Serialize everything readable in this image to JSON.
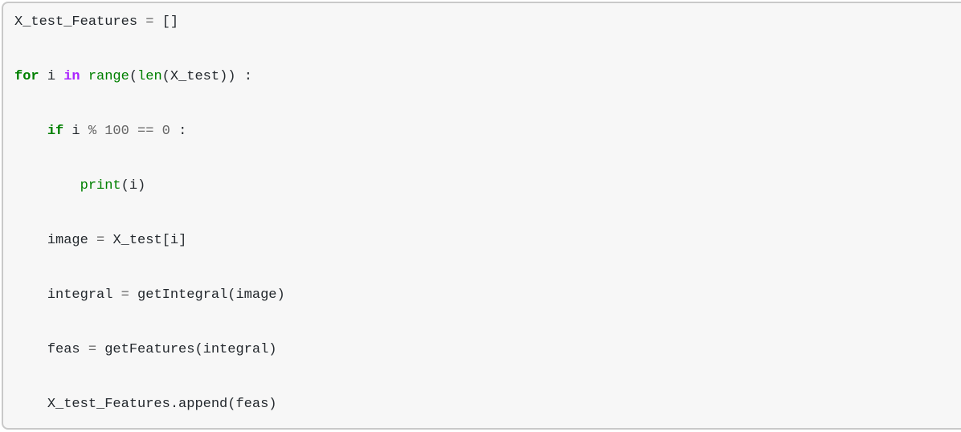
{
  "cell": {
    "type": "jupyter-notebook-code-cell",
    "language": "python",
    "colors": {
      "background": "#f7f7f7",
      "border": "#c9c9c9",
      "keyword": "#008000",
      "operator_word": "#AA22FF",
      "builtin": "#008000",
      "operator": "#666666",
      "number": "#666666",
      "plain_text": "#24292e"
    },
    "source_text": "X_test_Features = []\n\nfor i in range(len(X_test)) :\n\n    if i % 100 == 0 :\n\n        print(i)\n\n    image = X_test[i]\n\n    integral = getIntegral(image)\n\n    feas = getFeatures(integral)\n\n    X_test_Features.append(feas)",
    "code_lines": [
      [
        [
          "n",
          "X_test_Features"
        ],
        [
          "w",
          " "
        ],
        [
          "o",
          "="
        ],
        [
          "w",
          " "
        ],
        [
          "p",
          "[]"
        ]
      ],
      [],
      [
        [
          "k",
          "for"
        ],
        [
          "w",
          " "
        ],
        [
          "n",
          "i"
        ],
        [
          "w",
          " "
        ],
        [
          "ow",
          "in"
        ],
        [
          "w",
          " "
        ],
        [
          "nb",
          "range"
        ],
        [
          "p",
          "("
        ],
        [
          "nb",
          "len"
        ],
        [
          "p",
          "("
        ],
        [
          "n",
          "X_test"
        ],
        [
          "p",
          "))"
        ],
        [
          "w",
          " "
        ],
        [
          "p",
          ":"
        ]
      ],
      [],
      [
        [
          "w",
          "    "
        ],
        [
          "k",
          "if"
        ],
        [
          "w",
          " "
        ],
        [
          "n",
          "i"
        ],
        [
          "w",
          " "
        ],
        [
          "o",
          "%"
        ],
        [
          "w",
          " "
        ],
        [
          "m",
          "100"
        ],
        [
          "w",
          " "
        ],
        [
          "o",
          "=="
        ],
        [
          "w",
          " "
        ],
        [
          "m",
          "0"
        ],
        [
          "w",
          " "
        ],
        [
          "p",
          ":"
        ]
      ],
      [],
      [
        [
          "w",
          "        "
        ],
        [
          "nb",
          "print"
        ],
        [
          "p",
          "("
        ],
        [
          "n",
          "i"
        ],
        [
          "p",
          ")"
        ]
      ],
      [],
      [
        [
          "w",
          "    "
        ],
        [
          "n",
          "image"
        ],
        [
          "w",
          " "
        ],
        [
          "o",
          "="
        ],
        [
          "w",
          " "
        ],
        [
          "n",
          "X_test"
        ],
        [
          "p",
          "["
        ],
        [
          "n",
          "i"
        ],
        [
          "p",
          "]"
        ]
      ],
      [],
      [
        [
          "w",
          "    "
        ],
        [
          "n",
          "integral"
        ],
        [
          "w",
          " "
        ],
        [
          "o",
          "="
        ],
        [
          "w",
          " "
        ],
        [
          "n",
          "getIntegral"
        ],
        [
          "p",
          "("
        ],
        [
          "n",
          "image"
        ],
        [
          "p",
          ")"
        ]
      ],
      [],
      [
        [
          "w",
          "    "
        ],
        [
          "n",
          "feas"
        ],
        [
          "w",
          " "
        ],
        [
          "o",
          "="
        ],
        [
          "w",
          " "
        ],
        [
          "n",
          "getFeatures"
        ],
        [
          "p",
          "("
        ],
        [
          "n",
          "integral"
        ],
        [
          "p",
          ")"
        ]
      ],
      [],
      [
        [
          "w",
          "    "
        ],
        [
          "n",
          "X_test_Features"
        ],
        [
          "p",
          "."
        ],
        [
          "n",
          "append"
        ],
        [
          "p",
          "("
        ],
        [
          "n",
          "feas"
        ],
        [
          "p",
          ")"
        ]
      ]
    ]
  }
}
